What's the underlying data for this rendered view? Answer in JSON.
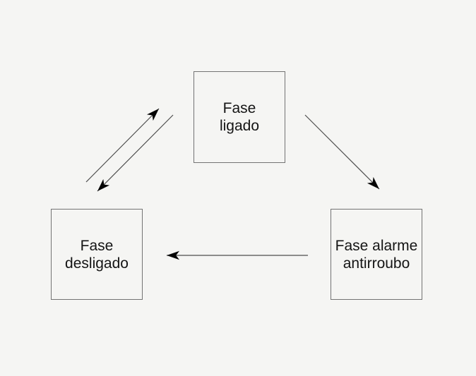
{
  "diagram": {
    "nodes": {
      "ligado": {
        "line1": "Fase",
        "line2": "ligado"
      },
      "desligado": {
        "line1": "Fase",
        "line2": "desligado"
      },
      "alarme": {
        "line1": "Fase alarme",
        "line2": "antirroubo"
      }
    },
    "edges": [
      {
        "from": "Fase desligado",
        "to": "Fase ligado"
      },
      {
        "from": "Fase ligado",
        "to": "Fase desligado"
      },
      {
        "from": "Fase ligado",
        "to": "Fase alarme antirroubo"
      },
      {
        "from": "Fase alarme antirroubo",
        "to": "Fase desligado"
      }
    ],
    "colors": {
      "background": "#f5f5f3",
      "box_border": "#737373",
      "box_fill": "transparent",
      "text": "#141414",
      "arrow_line": "#4d4d4d",
      "arrow_head": "#050505"
    }
  }
}
